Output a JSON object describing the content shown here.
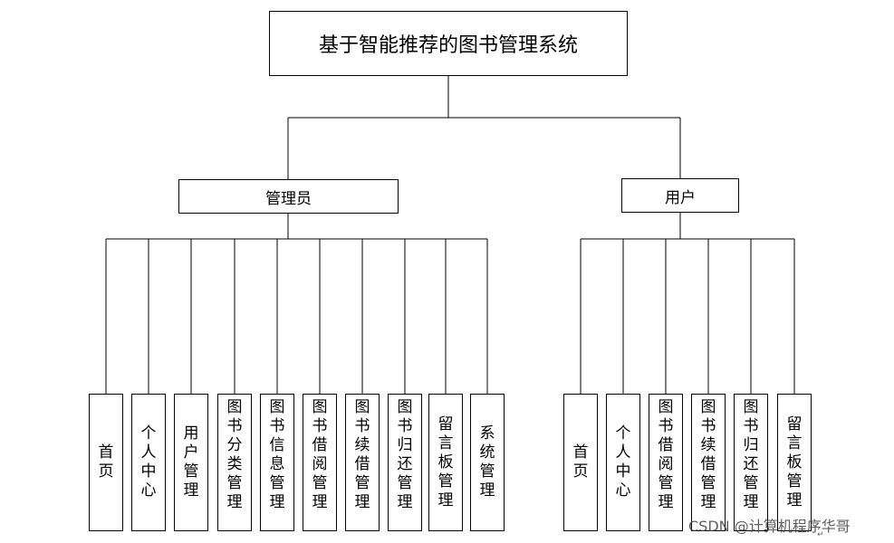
{
  "title": "基于智能推荐的图书管理系统",
  "admin": {
    "label": "管理员",
    "modules": [
      "首页",
      "个人中心",
      "用户管理",
      "图书分类管理",
      "图书信息管理",
      "图书借阅管理",
      "图书续借管理",
      "图书归还管理",
      "留言板管理",
      "系统管理"
    ]
  },
  "user": {
    "label": "用户",
    "modules": [
      "首页",
      "个人中心",
      "图书借阅管理",
      "图书续借管理",
      "图书归还管理",
      "留言板管理"
    ]
  },
  "watermark": "CSDN @计算机程序华哥",
  "return_mark": "↵"
}
